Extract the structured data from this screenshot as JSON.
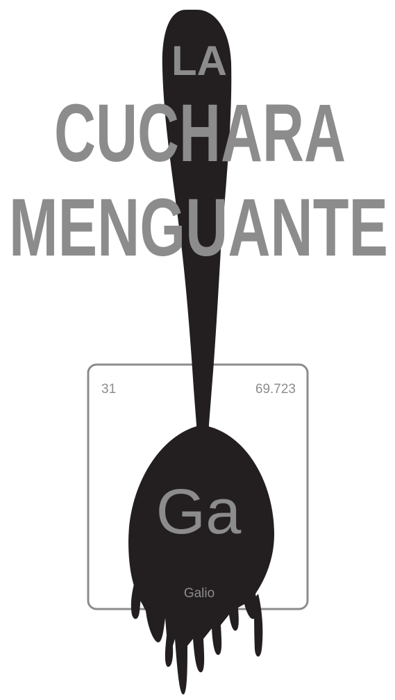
{
  "cover": {
    "title_line1": "LA",
    "title_line2": "CUCHARA",
    "title_line3": "MENGUANTE",
    "title_color": "#8c8c8c",
    "ink_color": "#231f20"
  },
  "element_tile": {
    "atomic_number": "31",
    "atomic_mass": "69.723",
    "symbol": "Ga",
    "name": "Galio",
    "border_color": "#8c8c8c",
    "text_color": "#8c8c8c"
  },
  "icons": {
    "spoon": "melting-spoon-icon"
  }
}
